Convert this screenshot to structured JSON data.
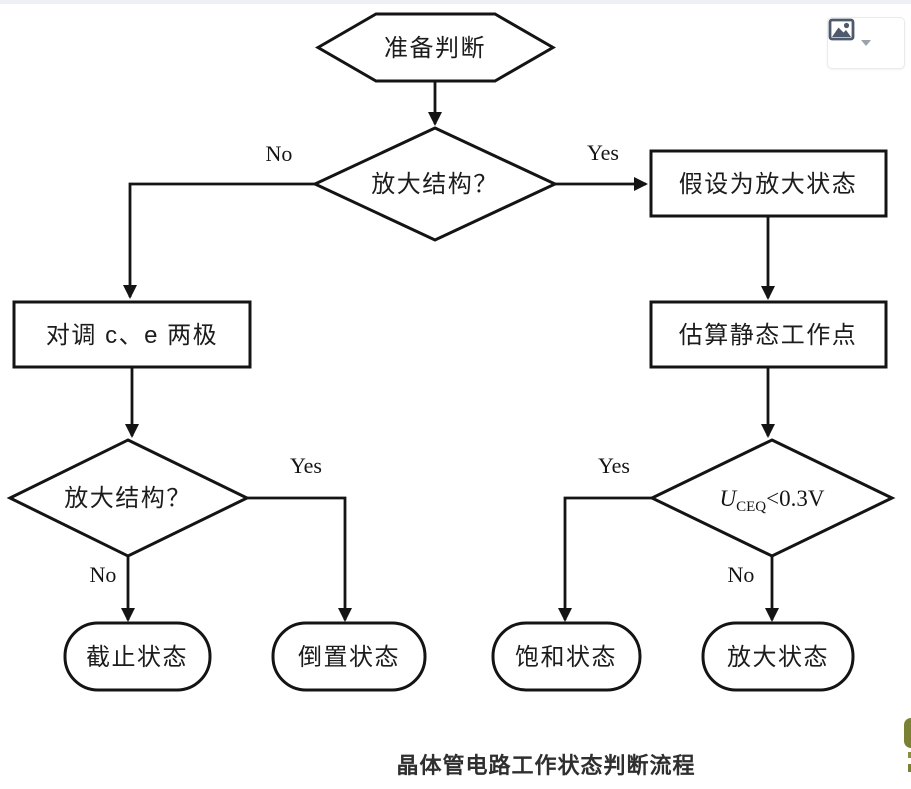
{
  "widget": {
    "image_icon": "image-icon",
    "caret_icon": "dropdown-caret"
  },
  "flowchart": {
    "nodes": {
      "start": "准备判断",
      "decision_structure_top": "放大结构？",
      "assume_amplify": "假设为放大状态",
      "swap_ce": "对调 c、e 两极",
      "estimate_q_point": "估算静态工作点",
      "decision_structure_left": "放大结构？",
      "decision_uceq": {
        "var": "U",
        "sub": "CEQ",
        "cond": "<0.3V"
      },
      "cutoff": "截止状态",
      "inverted": "倒置状态",
      "saturation": "饱和状态",
      "amplification": "放大状态"
    },
    "labels": {
      "yes": "Yes",
      "no": "No"
    },
    "caption": "晶体管电路工作状态判断流程"
  },
  "colors": {
    "line": "#141414",
    "icon": "#4e5a6c",
    "caret": "#9aa2ac",
    "edge_artifact": "#7b8132",
    "topbar": "#eef0f3"
  }
}
